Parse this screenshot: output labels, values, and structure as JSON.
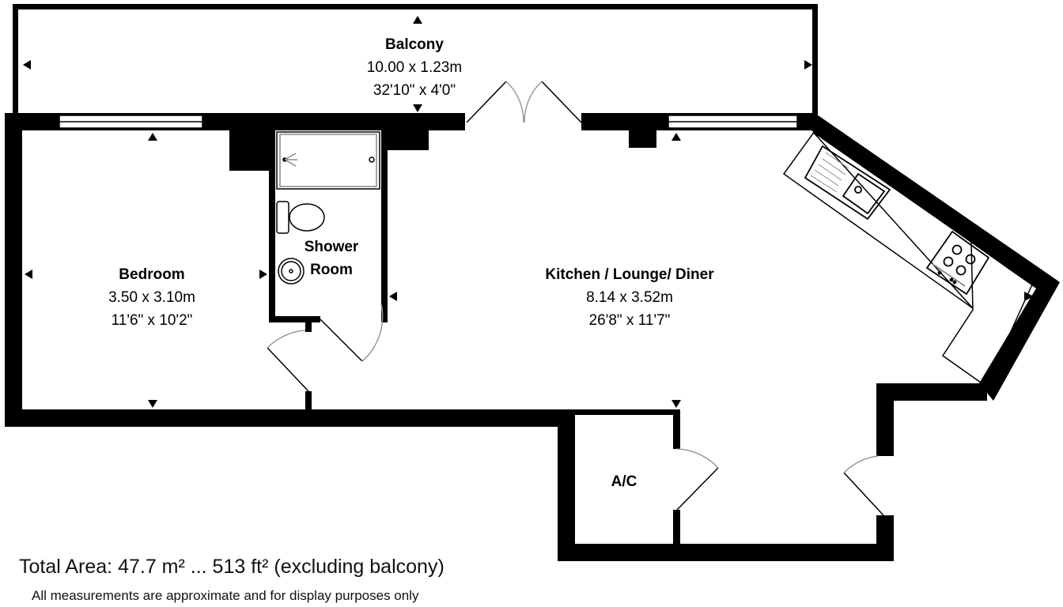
{
  "rooms": [
    {
      "name": "Balcony",
      "metric": "10.00 x 1.23m",
      "imperial": "32'10\" x 4'0\""
    },
    {
      "name": "Bedroom",
      "metric": "3.50 x 3.10m",
      "imperial": "11'6\" x 10'2\""
    },
    {
      "name": "Shower Room",
      "name_line1": "Shower",
      "name_line2": "Room"
    },
    {
      "name": "Kitchen / Lounge/ Diner",
      "metric": "8.14 x 3.52m",
      "imperial": "26'8\" x 11'7\""
    },
    {
      "name": "A/C"
    }
  ],
  "footer": {
    "total_area": "Total Area: 47.7 m² ... 513 ft² (excluding balcony)",
    "disclaimer": "All measurements are approximate and for display purposes only"
  },
  "colors": {
    "wall": "#000000",
    "background": "#ffffff"
  }
}
